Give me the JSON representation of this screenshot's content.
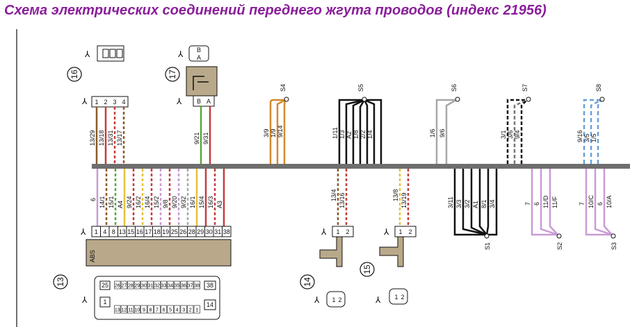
{
  "title": "Схема электрических соединений переднего жгута проводов (индекс 21956)",
  "components": [
    {
      "id": "16",
      "connector_pins": [
        "1",
        "2",
        "3",
        "4"
      ]
    },
    {
      "id": "17",
      "connector_pins": [
        "B",
        "A"
      ]
    },
    {
      "id": "13",
      "name": "ABS",
      "connector_pins": [
        "1",
        "4",
        "8",
        "13",
        "15",
        "16",
        "17",
        "18",
        "19",
        "25",
        "26",
        "28",
        "29",
        "30",
        "31",
        "38"
      ]
    },
    {
      "id": "14",
      "connector_pins": [
        "1",
        "2"
      ]
    },
    {
      "id": "15",
      "connector_pins": [
        "1",
        "2"
      ]
    }
  ],
  "splices_top": [
    {
      "id": "S4",
      "wires": [
        "3/9",
        "1/9",
        "9/14"
      ]
    },
    {
      "id": "S5",
      "wires": [
        "1/11",
        "1/3",
        "A2",
        "1/8",
        "2/2",
        "1/4"
      ]
    },
    {
      "id": "S6",
      "wires": [
        "1/6",
        "9/6"
      ]
    },
    {
      "id": "S7",
      "wires": [
        "3/1",
        "3/6",
        "9/4"
      ]
    },
    {
      "id": "S8",
      "wires": [
        "9/16",
        "3/5",
        "1/5"
      ]
    }
  ],
  "splices_bottom": [
    {
      "id": "S1",
      "wires": [
        "3/11",
        "3/3",
        "3/2",
        "A1",
        "8/1",
        "3/4"
      ]
    },
    {
      "id": "S2",
      "wires": [
        "7",
        "6",
        "11/D",
        "11/F"
      ]
    },
    {
      "id": "S3",
      "wires": [
        "7",
        "10/C",
        "6",
        "10/A"
      ]
    }
  ],
  "wires_16": [
    "13/29",
    "13/18",
    "13/31",
    "13/17"
  ],
  "wires_17": [
    "9/21",
    "9/31"
  ],
  "wires_abs": [
    "6",
    "14/1",
    "15/1",
    "A4",
    "9/24",
    "16/2",
    "16/4",
    "15/2",
    "9/8",
    "9/20",
    "9/32",
    "16/1",
    "15/4",
    "16/3",
    "A3"
  ],
  "wires_14": [
    "13/4",
    "13/16"
  ],
  "wires_15": [
    "13/8",
    "13/19"
  ],
  "ecu_pins_top": [
    "26",
    "27",
    "28",
    "29",
    "30",
    "31",
    "32",
    "33",
    "34",
    "35",
    "36",
    "37",
    "38"
  ],
  "ecu_pins_bottom": [
    "13",
    "12",
    "11",
    "10",
    "9",
    "8",
    "7",
    "6",
    "5",
    "4",
    "3",
    "2",
    "1"
  ],
  "ecu_pins_side": [
    "25",
    "1",
    "14",
    "38"
  ],
  "colors": {
    "title": "#8a1e9a",
    "bus": "#6e6e6e",
    "orange": "#d38a2a",
    "black": "#111111",
    "grey": "#a8a8a8",
    "pink": "#c99ad6",
    "blue": "#6aa0d8",
    "red": "#c43c3c",
    "green": "#5aa83c",
    "yellow": "#e6c23a",
    "brown": "#8a5a2a"
  }
}
